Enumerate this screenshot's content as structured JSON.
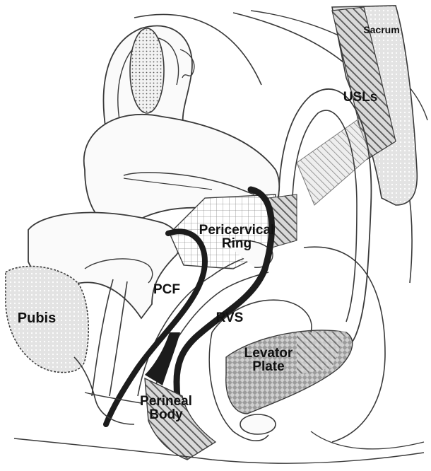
{
  "labels": {
    "sacrum": "Sacrum",
    "usls": "USLs",
    "pericervical_ring": "Pericervical\nRing",
    "pcf": "PCF",
    "rvs": "RVS",
    "pubis": "Pubis",
    "levator_plate": "Levator\nPlate",
    "perineal_body": "Perineal\nBody"
  },
  "colors": {
    "background": "#ffffff",
    "outline": "#3a3a3a",
    "tissue_fill": "#fafafa",
    "dark_fascia": "#1c1c1c",
    "bone_fill": "#e2e2e2",
    "hatch": "#5c5c5c",
    "grid_line": "#8a8a8a"
  }
}
